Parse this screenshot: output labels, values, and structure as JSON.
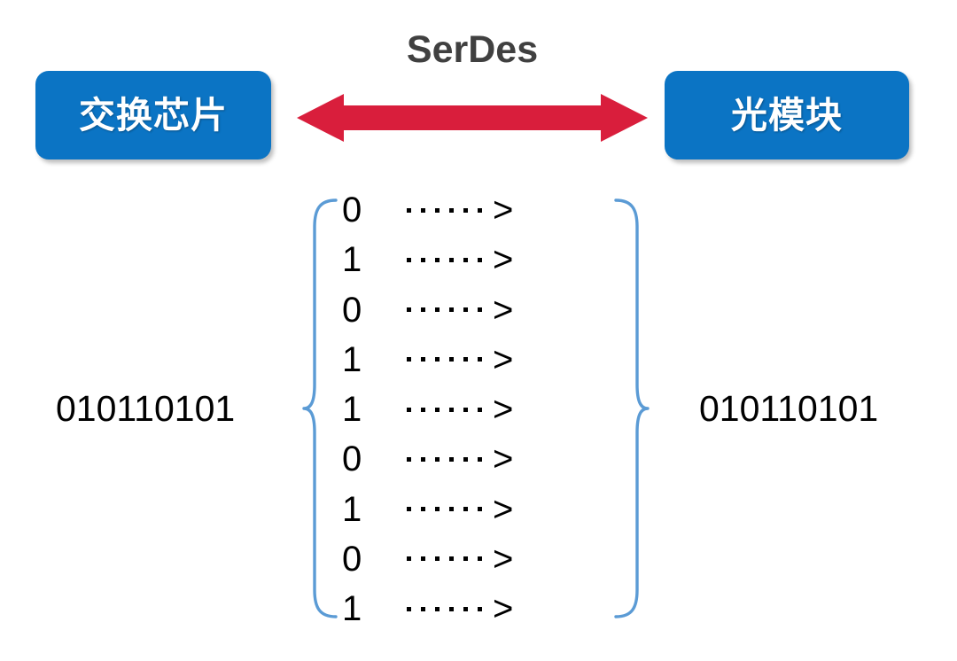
{
  "diagram": {
    "title": "SerDes",
    "title_color": "#404040",
    "background": "#ffffff"
  },
  "nodes": {
    "left": {
      "label": "交换芯片",
      "name": "switch-chip",
      "fill": "#0b74c4",
      "text_color": "#ffffff"
    },
    "right": {
      "label": "光模块",
      "name": "optical-module",
      "fill": "#0b74c4",
      "text_color": "#ffffff"
    }
  },
  "arrow": {
    "name": "serdes-bidirectional-arrow",
    "color": "#d91e3c",
    "direction": "bidirectional"
  },
  "braces": {
    "color": "#5b9bd5",
    "left_symbol": "{",
    "right_symbol": "}"
  },
  "stream": {
    "input_word": "010110101",
    "output_word": "010110101",
    "dot_count": 6,
    "chevron": ">",
    "bits": [
      {
        "value": "0"
      },
      {
        "value": "1"
      },
      {
        "value": "0"
      },
      {
        "value": "1"
      },
      {
        "value": "1"
      },
      {
        "value": "0"
      },
      {
        "value": "1"
      },
      {
        "value": "0"
      },
      {
        "value": "1"
      }
    ]
  }
}
